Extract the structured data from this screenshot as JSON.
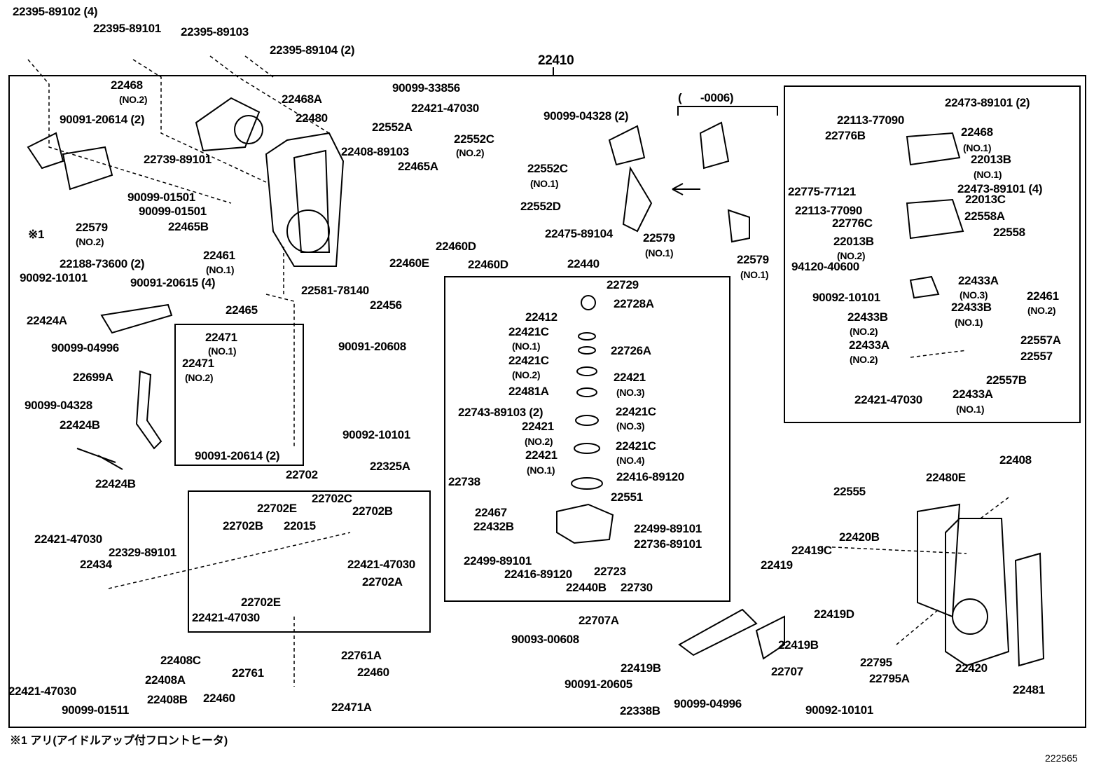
{
  "diagram_code": "222565",
  "footnote": "※1  アリ(アイドルアップ付フロントヒータ)",
  "labels": [
    "22395-89102 (4)",
    "22395-89101",
    "22395-89103",
    "22395-89104 (2)",
    "22410",
    "22468",
    "(NO.2)",
    "22468A",
    "22480",
    "90099-33856",
    "22421-47030",
    "22552A",
    "90091-20614 (2)",
    "22552C",
    "(NO.2)",
    "22408-89103",
    "22465A",
    "22552C",
    "(NO.1)",
    "22739-89101",
    "90099-01501",
    "90099-01501",
    "22465B",
    "22552D",
    "22579",
    "(NO.2)",
    "※1",
    "22460D",
    "22460E",
    "22460D",
    "22461",
    "(NO.1)",
    "22188-73600 (2)",
    "90091-20615 (4)",
    "90092-10101",
    "22581-78140",
    "22456",
    "22424A",
    "22465",
    "90099-04996",
    "22471",
    "(NO.1)",
    "90091-20608",
    "22471",
    "(NO.2)",
    "22699A",
    "90099-04328",
    "22424B",
    "90092-10101",
    "90091-20614 (2)",
    "22325A",
    "22424B",
    "22702",
    "22702E",
    "22702C",
    "22702B",
    "22015",
    "22702B",
    "22421-47030",
    "22329-89101",
    "22434",
    "22421-47030",
    "22702A",
    "22702E",
    "22421-47030",
    "22408C",
    "22408A",
    "22761A",
    "22761",
    "22460",
    "22421-47030",
    "22408B",
    "22460",
    "90099-01511",
    "22471A",
    "90099-04328 (2)",
    "(      -0006)",
    "22475-89104",
    "22579",
    "(NO.1)",
    "22579",
    "(NO.1)",
    "22440",
    "22729",
    "22728A",
    "22412",
    "22421C",
    "(NO.1)",
    "22726A",
    "22421C",
    "(NO.2)",
    "22421",
    "(NO.3)",
    "22481A",
    "22421C",
    "(NO.3)",
    "22743-89103 (2)",
    "22421",
    "(NO.2)",
    "22421C",
    "(NO.4)",
    "22421",
    "(NO.1)",
    "22416-89120",
    "22738",
    "22551",
    "22467",
    "22432B",
    "22499-89101",
    "22736-89101",
    "22499-89101",
    "22416-89120",
    "22723",
    "22440B",
    "22730",
    "22473-89101 (2)",
    "22113-77090",
    "22776B",
    "22468",
    "(NO.1)",
    "22013B",
    "(NO.1)",
    "22775-77121",
    "22473-89101 (4)",
    "22113-77090",
    "22013C",
    "22776C",
    "22558A",
    "22558",
    "22013B",
    "(NO.2)",
    "94120-40600",
    "22433A",
    "(NO.3)",
    "22461",
    "(NO.2)",
    "90092-10101",
    "22433B",
    "22433B",
    "(NO.2)",
    "(NO.1)",
    "22557A",
    "22433A",
    "(NO.2)",
    "22557",
    "22557B",
    "22421-47030",
    "22433A",
    "(NO.1)",
    "22408",
    "22480E",
    "22555",
    "22420B",
    "22419C",
    "22419",
    "22419D",
    "22419B",
    "22707A",
    "90093-00608",
    "22419B",
    "22795",
    "22795A",
    "22420",
    "22707",
    "90091-20605",
    "90099-04996",
    "22338B",
    "90092-10101",
    "22481"
  ]
}
